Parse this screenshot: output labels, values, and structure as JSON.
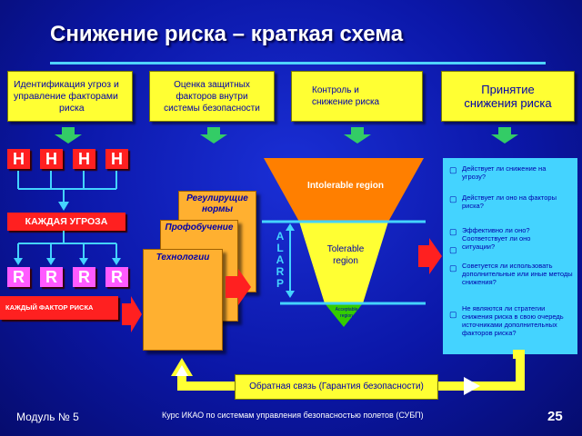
{
  "title": "Снижение риска – краткая схема",
  "header_boxes": [
    {
      "lines": [
        "Идентификация угроз и",
        "управление факторами",
        "риска"
      ]
    },
    {
      "lines": [
        "Оценка защитных",
        "факторов внутри",
        "системы безопасности"
      ]
    },
    {
      "lines": [
        "Контроль и",
        "снижение риска"
      ]
    },
    {
      "lines": [
        "Принятие",
        "снижения риска"
      ]
    }
  ],
  "hazard_letter": "H",
  "risk_letter": "R",
  "each_hazard": "КАЖДАЯ УГРОЗА",
  "each_risk_factor": "КАЖДЫЙ ФАКТОР РИСКА",
  "cards": [
    "Регулирущие нормы",
    "Профобучение",
    "Технологии"
  ],
  "pyramid": {
    "intolerable": "Intolerable region",
    "tolerable": "Tolerable region",
    "acceptable": "Acceptable region",
    "alarp": [
      "A",
      "L",
      "A",
      "R",
      "P"
    ],
    "colors": {
      "intolerable": "#ff7f00",
      "tolerable": "#ffff33",
      "acceptable": "#33cc00"
    }
  },
  "questions": [
    "Действует ли снижение на угрозу?",
    "Действует ли оно на факторы риска?",
    "Эффективно ли оно? Соответствует ли оно ситуации?",
    "Советуется ли использовать дополнительные или иные методы снижения?",
    "Не являются ли стратегии снижения риска в свою очередь источниками дополнительных факторов риска?"
  ],
  "feedback": "Обратная связь (Гарантия безопасности)",
  "footer": {
    "module": "Модуль № 5",
    "course": "Курс ИКАО по системам управления безопасностью полетов (СУБП)",
    "page": "25"
  }
}
